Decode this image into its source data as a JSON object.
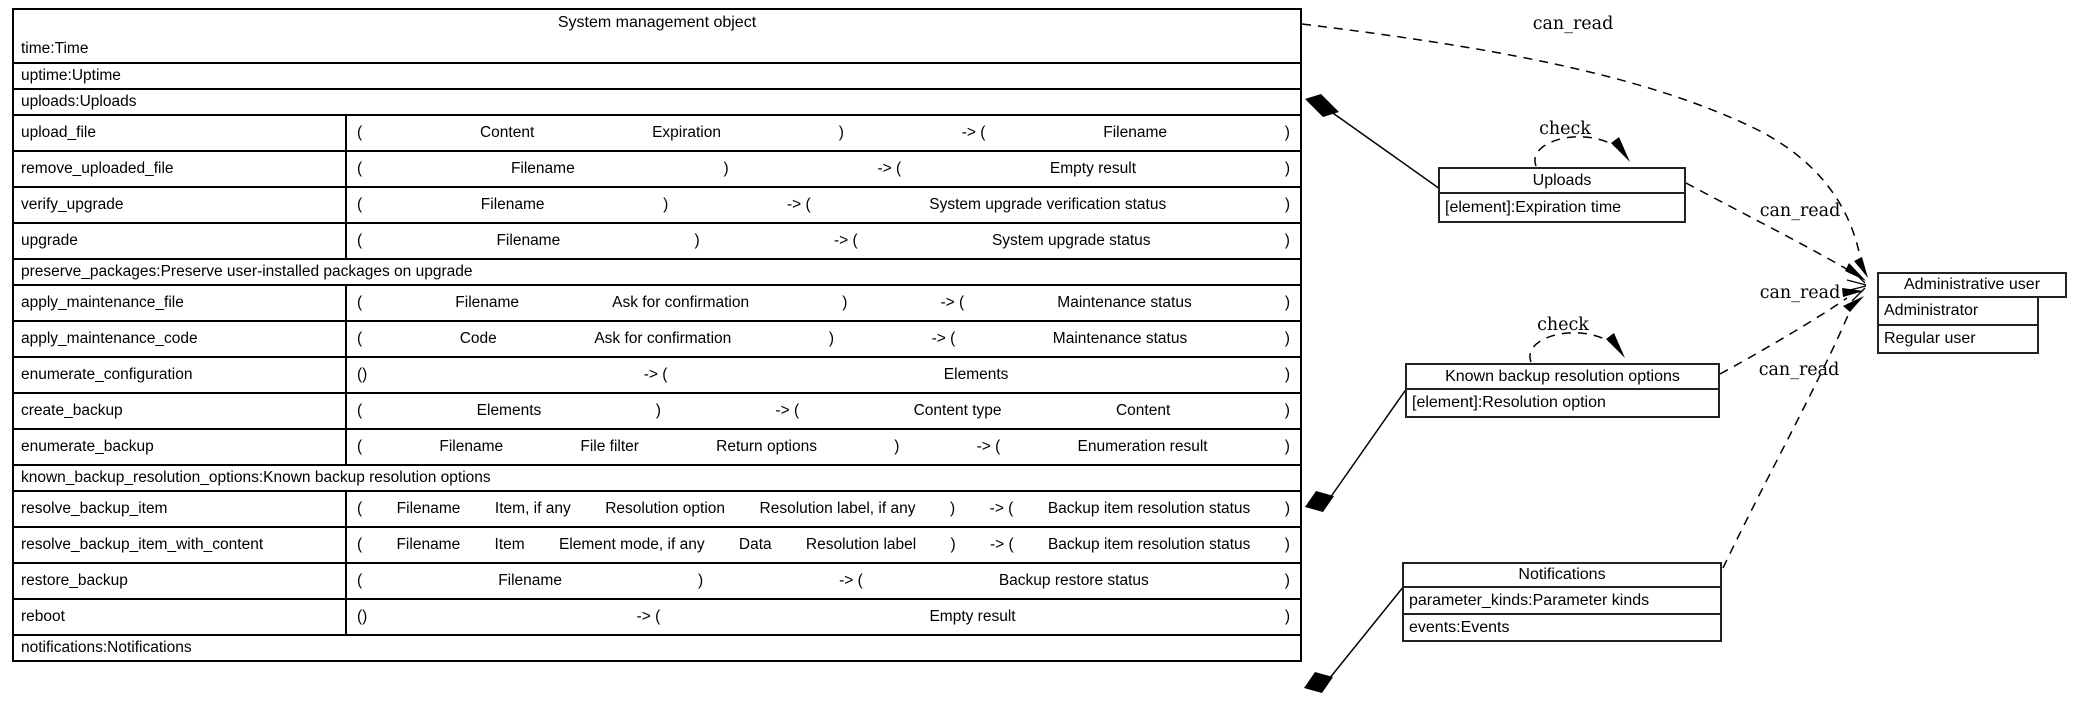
{
  "main_class": {
    "title": "System management object",
    "rows": [
      {
        "kind": "attr",
        "text": "time:Time"
      },
      {
        "kind": "attr",
        "text": "uptime:Uptime"
      },
      {
        "kind": "attr",
        "text": "uploads:Uploads"
      },
      {
        "kind": "method",
        "name": "upload_file",
        "tokens": [
          "(",
          "Content",
          "Expiration",
          ")",
          "-> (",
          "Filename",
          ")"
        ]
      },
      {
        "kind": "method",
        "name": "remove_uploaded_file",
        "tokens": [
          "(",
          "Filename",
          ")",
          "-> (",
          "Empty result",
          ")"
        ]
      },
      {
        "kind": "method",
        "name": "verify_upgrade",
        "tokens": [
          "(",
          "Filename",
          ")",
          "-> (",
          "System upgrade verification status",
          ")"
        ]
      },
      {
        "kind": "method",
        "name": "upgrade",
        "tokens": [
          "(",
          "Filename",
          ")",
          "-> (",
          "System upgrade status",
          ")"
        ]
      },
      {
        "kind": "attr",
        "text": "preserve_packages:Preserve user-installed packages on upgrade"
      },
      {
        "kind": "method",
        "name": "apply_maintenance_file",
        "tokens": [
          "(",
          "Filename",
          "Ask for confirmation",
          ")",
          "-> (",
          "Maintenance status",
          ")"
        ]
      },
      {
        "kind": "method",
        "name": "apply_maintenance_code",
        "tokens": [
          "(",
          "Code",
          "Ask for confirmation",
          ")",
          "-> (",
          "Maintenance status",
          ")"
        ]
      },
      {
        "kind": "method",
        "name": "enumerate_configuration",
        "tokens": [
          "()",
          "-> (",
          "Elements",
          ")"
        ]
      },
      {
        "kind": "method",
        "name": "create_backup",
        "tokens": [
          "(",
          "Elements",
          ")",
          "-> (",
          "Content type",
          "Content",
          ")"
        ]
      },
      {
        "kind": "method",
        "name": "enumerate_backup",
        "tokens": [
          "(",
          "Filename",
          "File filter",
          "Return options",
          ")",
          "-> (",
          "Enumeration result",
          ")"
        ]
      },
      {
        "kind": "attr",
        "text": "known_backup_resolution_options:Known backup resolution options"
      },
      {
        "kind": "method",
        "name": "resolve_backup_item",
        "tokens": [
          "(",
          "Filename",
          "Item, if any",
          "Resolution option",
          "Resolution label, if any",
          ")",
          "-> (",
          "Backup item resolution status",
          ")"
        ]
      },
      {
        "kind": "method",
        "name": "resolve_backup_item_with_content",
        "tokens": [
          "(",
          "Filename",
          "Item",
          "Element mode, if any",
          "Data",
          "Resolution label",
          ")",
          "-> (",
          "Backup item resolution status",
          ")"
        ]
      },
      {
        "kind": "method",
        "name": "restore_backup",
        "tokens": [
          "(",
          "Filename",
          ")",
          "-> (",
          "Backup restore status",
          ")"
        ]
      },
      {
        "kind": "method",
        "name": "reboot",
        "tokens": [
          "()",
          "-> (",
          "Empty result",
          ")"
        ]
      },
      {
        "kind": "attr",
        "text": "notifications:Notifications"
      }
    ]
  },
  "side_boxes": [
    {
      "title": "Uploads",
      "rows": [
        "[element]:Expiration time"
      ]
    },
    {
      "title": "Known backup resolution options",
      "rows": [
        "[element]:Resolution option"
      ]
    },
    {
      "title": "Notifications",
      "rows": [
        "parameter_kinds:Parameter kinds",
        "events:Events"
      ]
    },
    {
      "title": "Administrative user",
      "rows": [
        "Administrator",
        "Regular user"
      ]
    }
  ],
  "edge_labels": {
    "can_read_top": "can_read",
    "can_read_uploads": "can_read",
    "can_read_known": "can_read",
    "can_read_notifications": "can_read",
    "check_uploads": "check",
    "check_known": "check"
  },
  "colors": {
    "line": "#000000",
    "background": "#ffffff",
    "text": "#000000"
  }
}
